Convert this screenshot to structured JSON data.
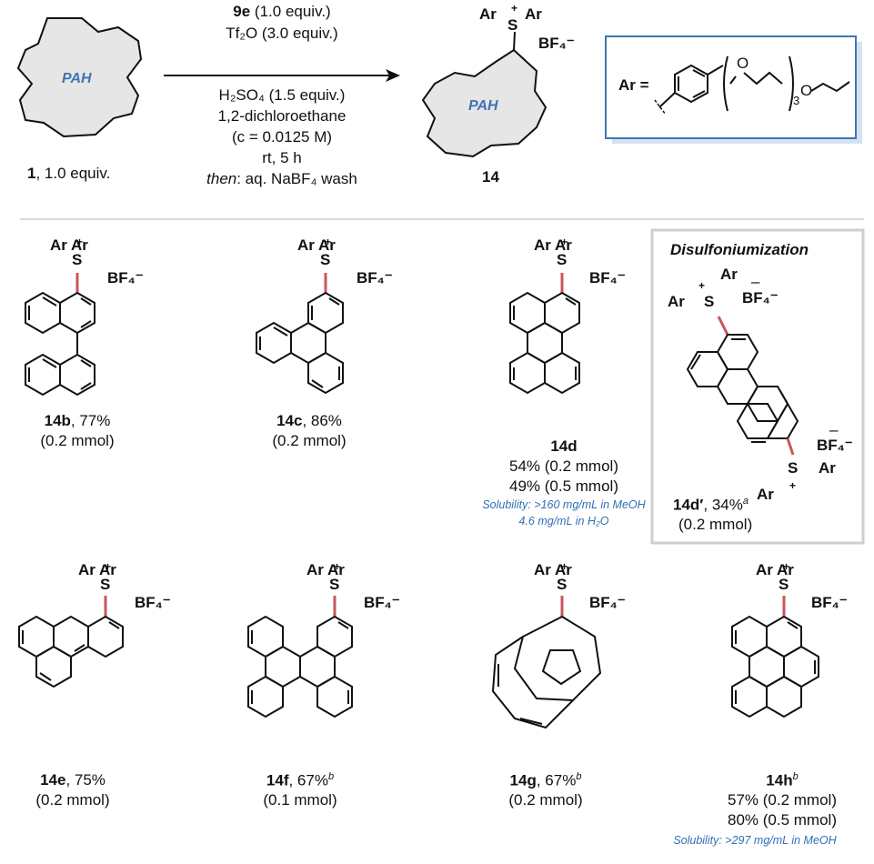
{
  "scheme": {
    "start_label_bold": "1",
    "start_label_rest": ", 1.0 equiv.",
    "pah_text": "PAH",
    "cond_line1_bold": "9e",
    "cond_line1_rest": " (1.0 equiv.)",
    "cond_line2": "Tf₂O (3.0 equiv.)",
    "cond_line3": "H₂SO₄ (1.5 equiv.)",
    "cond_line4": "1,2-dichloroethane",
    "cond_line5": "(c = 0.0125 M)",
    "cond_line6": "rt, 5 h",
    "cond_line7_italic": "then",
    "cond_line7_rest": ": aq. NaBF₄ wash",
    "product_label": "14",
    "ar_definition": "Ar =",
    "ar_sub_repeat": "3",
    "ar_O": "O"
  },
  "atoms": {
    "Ar": "Ar",
    "S": "S",
    "plus": "+",
    "minus": "–",
    "BF4": "BF₄⁻"
  },
  "box_title": "Disulfoniumization",
  "compounds": [
    {
      "id": "14b",
      "line1_rest": ", 77%",
      "line2": "(0.2 mmol)"
    },
    {
      "id": "14c",
      "line1_rest": ", 86%",
      "line2": "(0.2 mmol)"
    },
    {
      "id": "14d",
      "line1_rest": "",
      "line2": "54% (0.2 mmol)",
      "line3": "49% (0.5 mmol)",
      "solubility1": "Solubility: >160 mg/mL in MeOH",
      "solubility2": "4.6 mg/mL in H₂O"
    },
    {
      "id": "14d′",
      "line1_rest": ", 34%",
      "sup": "a",
      "line2": "(0.2 mmol)"
    },
    {
      "id": "14e",
      "line1_rest": ", 75%",
      "line2": "(0.2 mmol)"
    },
    {
      "id": "14f",
      "line1_rest": ", 67%",
      "sup": "b",
      "line2": "(0.1 mmol)"
    },
    {
      "id": "14g",
      "line1_rest": ", 67%",
      "sup": "b",
      "line2": "(0.2 mmol)"
    },
    {
      "id": "14h",
      "line1_rest": "",
      "sup": "b",
      "line2": "57% (0.2 mmol)",
      "line3": "80% (0.5 mmol)",
      "solubility1": "Solubility: >297 mg/mL in MeOH"
    }
  ],
  "colors": {
    "bond": "#111111",
    "highlight_bond": "#c9575a",
    "pah_fill": "#e6e6e6",
    "ar_box_border": "#3f74b3",
    "pah_text": "#3f74b3",
    "solubility_text": "#2f6fb5",
    "divider": "#d9d9d9",
    "disulf_box_border": "#cfcfcf"
  }
}
